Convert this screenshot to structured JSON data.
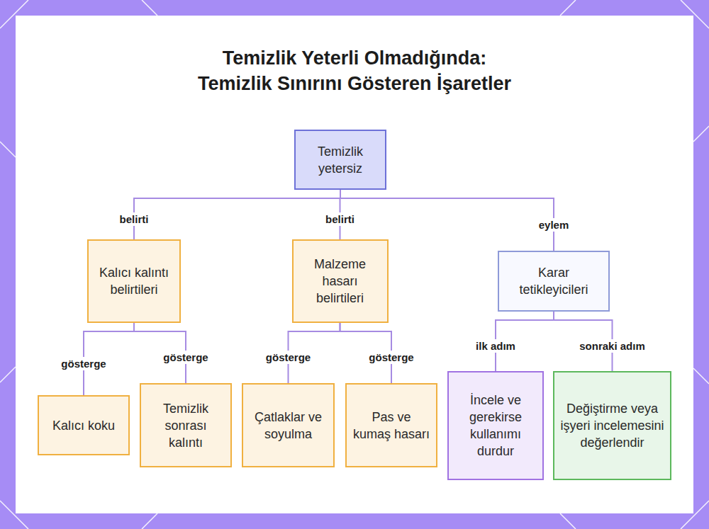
{
  "diagram": {
    "title": "Temizlik Yeterli Olmadığında: Temizlik Sınırını Gösteren İşaretler",
    "nodes": [
      {
        "text": [
          "Temizlik yetersiz"
        ]
      },
      {
        "text": [
          "Kalıcı kalıntı belirtileri"
        ]
      },
      {
        "text": [
          "Malzeme hasarı belirtileri"
        ]
      },
      {
        "text": [
          "Karar tetikleyicileri"
        ]
      },
      {
        "text": [
          "Kalıcı koku"
        ]
      },
      {
        "text": [
          "Temizlik sonrası kalıntı"
        ]
      },
      {
        "text": [
          "Çatlaklar ve soyulma"
        ]
      },
      {
        "text": [
          "Pas ve kumaş hasarı"
        ]
      },
      {
        "text": [
          "İncele ve gerekirse kullanımı durdur"
        ]
      },
      {
        "text": [
          "Değiştirme veya işyeri incelemesini değerlendir"
        ]
      }
    ],
    "edges": [
      {
        "from": 0,
        "to": 1,
        "label": "belirti",
        "arrow": "none"
      },
      {
        "from": 0,
        "to": 2,
        "label": "belirti",
        "arrow": "none"
      },
      {
        "from": 0,
        "to": 3,
        "label": "eylem",
        "arrow": "none"
      },
      {
        "from": 1,
        "to": 4,
        "label": "gösterge",
        "arrow": "none"
      },
      {
        "from": 1,
        "to": 5,
        "label": "gösterge",
        "arrow": "none"
      },
      {
        "from": 2,
        "to": 6,
        "label": "gösterge",
        "arrow": "none"
      },
      {
        "from": 2,
        "to": 7,
        "label": "gösterge",
        "arrow": "none"
      },
      {
        "from": 3,
        "to": 8,
        "label": "ilk adım",
        "arrow": "none"
      },
      {
        "from": 3,
        "to": 9,
        "label": "sonraki adım",
        "arrow": "none"
      }
    ]
  }
}
